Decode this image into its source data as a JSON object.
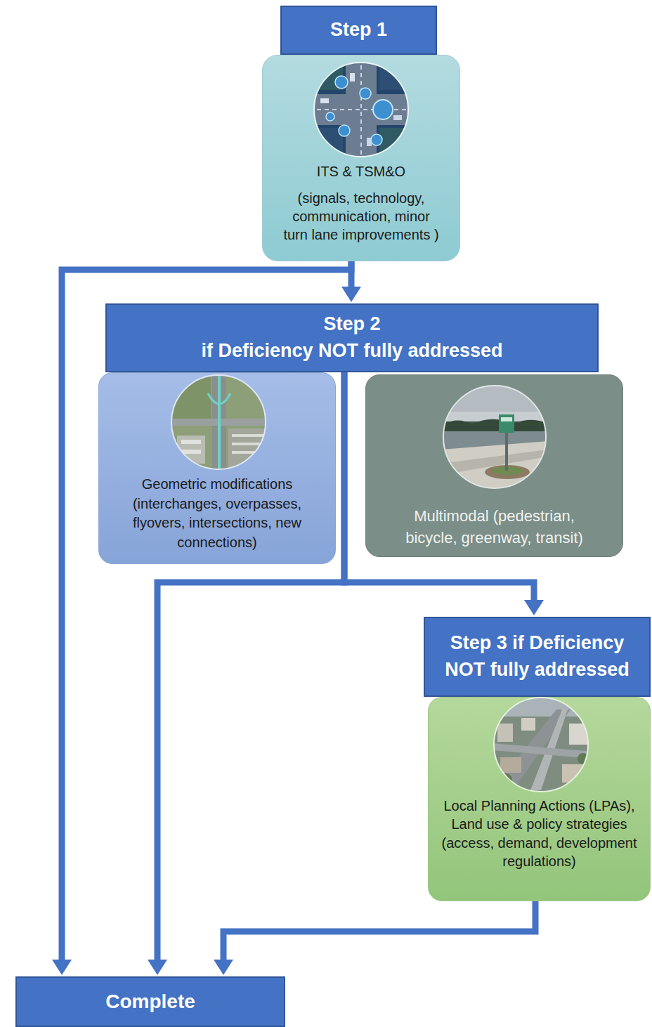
{
  "diagram": {
    "nodes": [
      {
        "text": [
          "Step 1"
        ]
      },
      {
        "text": [
          "ITS & TSM&O",
          "(signals, technology, communication, minor turn lane improvements )"
        ]
      },
      {
        "text": [
          "Step 2",
          "if Deficiency NOT fully addressed"
        ]
      },
      {
        "text": [
          "Geometric modifications (interchanges, overpasses, flyovers, intersections, new connections)"
        ]
      },
      {
        "text": [
          "Multimodal (pedestrian, bicycle, greenway, transit)"
        ]
      },
      {
        "text": [
          "Step 3 if Deficiency NOT fully addressed"
        ]
      },
      {
        "text": [
          "Local Planning Actions (LPAs), Land use & policy strategies (access, demand, development regulations)"
        ]
      },
      {
        "text": [
          "Complete"
        ]
      }
    ],
    "edges": [
      {
        "from": 1,
        "to": 2,
        "arrow": "to"
      },
      {
        "from": 1,
        "to": 7,
        "arrow": "to"
      },
      {
        "from": 2,
        "to": 5,
        "arrow": "to"
      },
      {
        "from": 2,
        "to": 7,
        "arrow": "to"
      },
      {
        "from": 6,
        "to": 7,
        "arrow": "to"
      }
    ]
  }
}
